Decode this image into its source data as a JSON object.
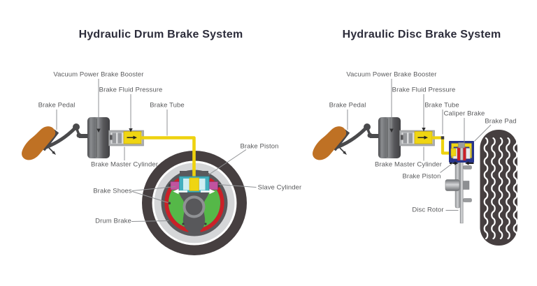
{
  "left": {
    "title": "Hydraulic Drum Brake System",
    "labels": {
      "booster": "Vacuum Power Brake Booster",
      "fluid_pressure": "Brake Fluid Pressure",
      "pedal": "Brake Pedal",
      "tube": "Brake Tube",
      "master_cylinder": "Brake Master Cylinder",
      "shoes": "Brake Shoes",
      "drum": "Drum Brake",
      "piston": "Brake Piston",
      "slave_cylinder": "Slave Cylinder"
    }
  },
  "right": {
    "title": "Hydraulic Disc Brake System",
    "labels": {
      "booster": "Vacuum Power Brake Booster",
      "fluid_pressure": "Brake Fluid Pressure",
      "pedal": "Brake Pedal",
      "tube": "Brake Tube",
      "caliper": "Caliper Brake",
      "pad": "Brake Pad",
      "master_cylinder": "Brake Master Cylinder",
      "piston": "Brake Piston",
      "rotor": "Disc Rotor"
    }
  },
  "colors": {
    "title_text": "#2c2c3a",
    "label_text": "#595a5c",
    "leader_line": "#8f9194",
    "brake_fluid_yellow": "#efd512",
    "tire_dark": "#463f40",
    "rim_gray": "#d5d6d8",
    "drum_inner_gray": "#59595c",
    "brake_shoe_green": "#55b848",
    "shoe_lining_red": "#cb2027",
    "wheel_cylinder_teal": "#43b0bf",
    "piston_magenta": "#c1539f",
    "caliper_blue": "#27348b",
    "pedal_orange": "#bf7124",
    "metal_gray": "#a9abad"
  }
}
